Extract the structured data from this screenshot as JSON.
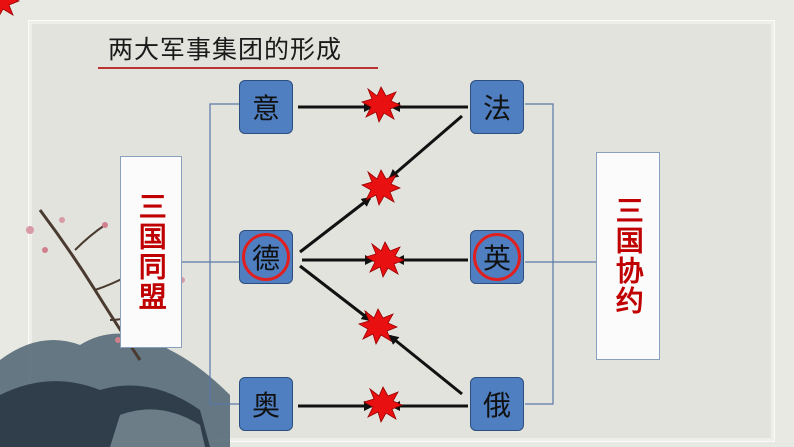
{
  "title": "两大军事集团的形成",
  "nodes": {
    "yi": "意",
    "de": "德",
    "ao": "奥",
    "fa": "法",
    "ying": "英",
    "e": "俄"
  },
  "left_alliance": "三国同盟",
  "right_alliance": "三国协约",
  "colors": {
    "node": "#4f7fc0",
    "alliance_text": "#c00000",
    "conflict": "#e81010",
    "ring": "#e02020"
  }
}
